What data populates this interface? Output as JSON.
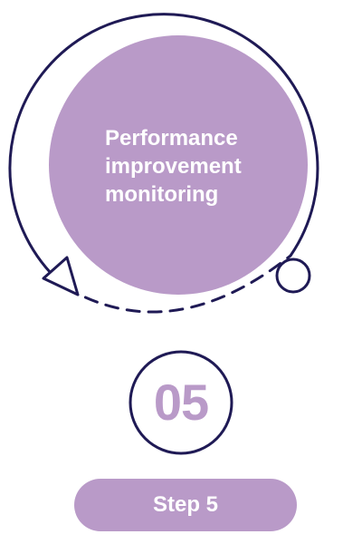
{
  "main": {
    "title": "Performance\nimprovement\nmonitoring",
    "step_number": "05",
    "step_label": "Step 5"
  },
  "colors": {
    "accent_purple": "#b99ac8",
    "outline_navy": "#1f1a55",
    "background": "#ffffff",
    "text_on_accent": "#ffffff"
  }
}
